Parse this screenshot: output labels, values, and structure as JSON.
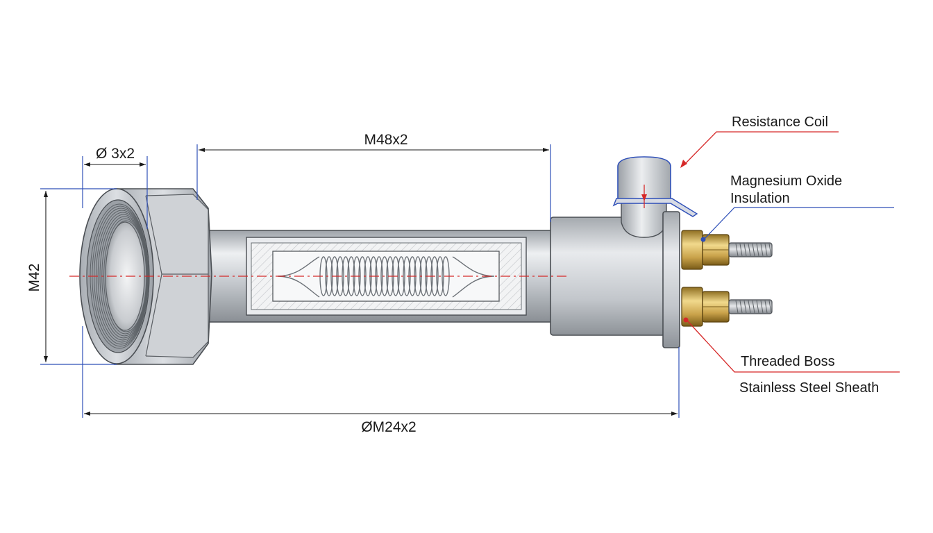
{
  "colors": {
    "metal_light": "#e4e6e9",
    "metal_mid": "#b9bdc2",
    "metal_dark": "#7d8287",
    "outline": "#4a4e53",
    "brass": "#c9a24a",
    "blue_line": "#2e4fb8",
    "red_line": "#d62828"
  },
  "dimensions": {
    "top_left": "Ø 3x2",
    "top_mid": "M48x2",
    "left_vertical": "M42",
    "bottom": "ØM24x2"
  },
  "callouts": {
    "resistance_coil": "Resistance Coil",
    "magnesium_oxide_line1": "Magnesium Oxide",
    "magnesium_oxide_line2": "Insulation",
    "threaded_boss": "Threaded Boss",
    "stainless_sheath": "Stainless Steel Sheath"
  }
}
